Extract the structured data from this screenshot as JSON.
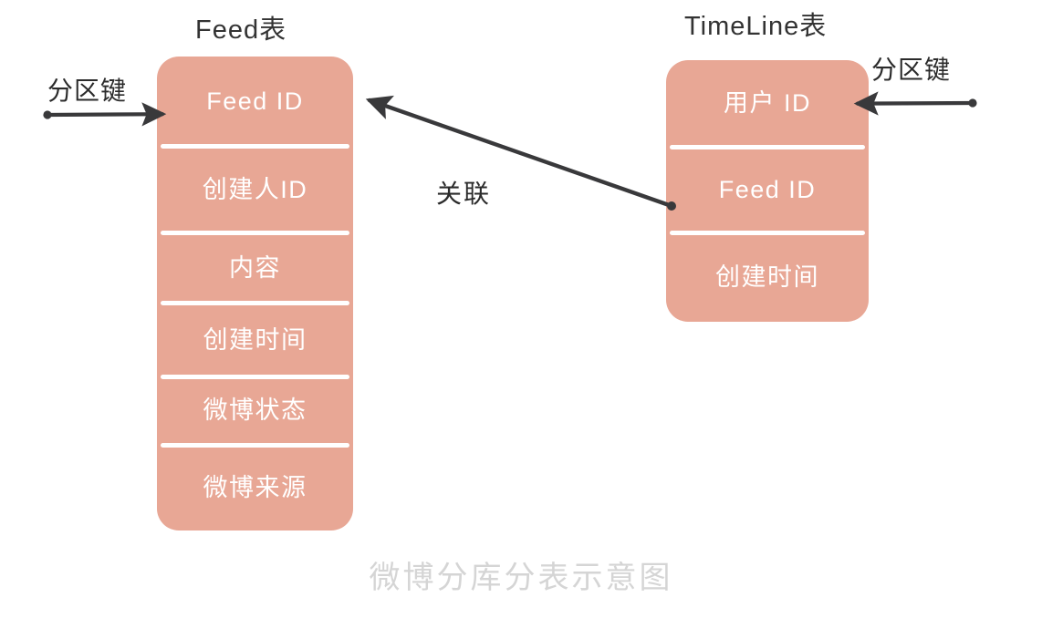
{
  "diagram": {
    "caption": "微博分库分表示意图",
    "colors": {
      "table_fill": "#e8a795",
      "row_text": "#ffffff",
      "divider": "#ffffff",
      "ink": "#2b2b2b",
      "caption": "#d5d5d5",
      "background": "#ffffff"
    }
  },
  "feed_table": {
    "title": "Feed表",
    "partition_key_label": "分区键",
    "rows": [
      {
        "label": "Feed ID"
      },
      {
        "label": "创建人ID"
      },
      {
        "label": "内容"
      },
      {
        "label": "创建时间"
      },
      {
        "label": "微博状态"
      },
      {
        "label": "微博来源"
      }
    ]
  },
  "timeline_table": {
    "title": "TimeLine表",
    "partition_key_label": "分区键",
    "rows": [
      {
        "label": "用户 ID"
      },
      {
        "label": "Feed ID"
      },
      {
        "label": "创建时间"
      }
    ]
  },
  "relation": {
    "label": "关联",
    "from": "timeline_table.rows.1",
    "to": "feed_table.rows.0"
  }
}
